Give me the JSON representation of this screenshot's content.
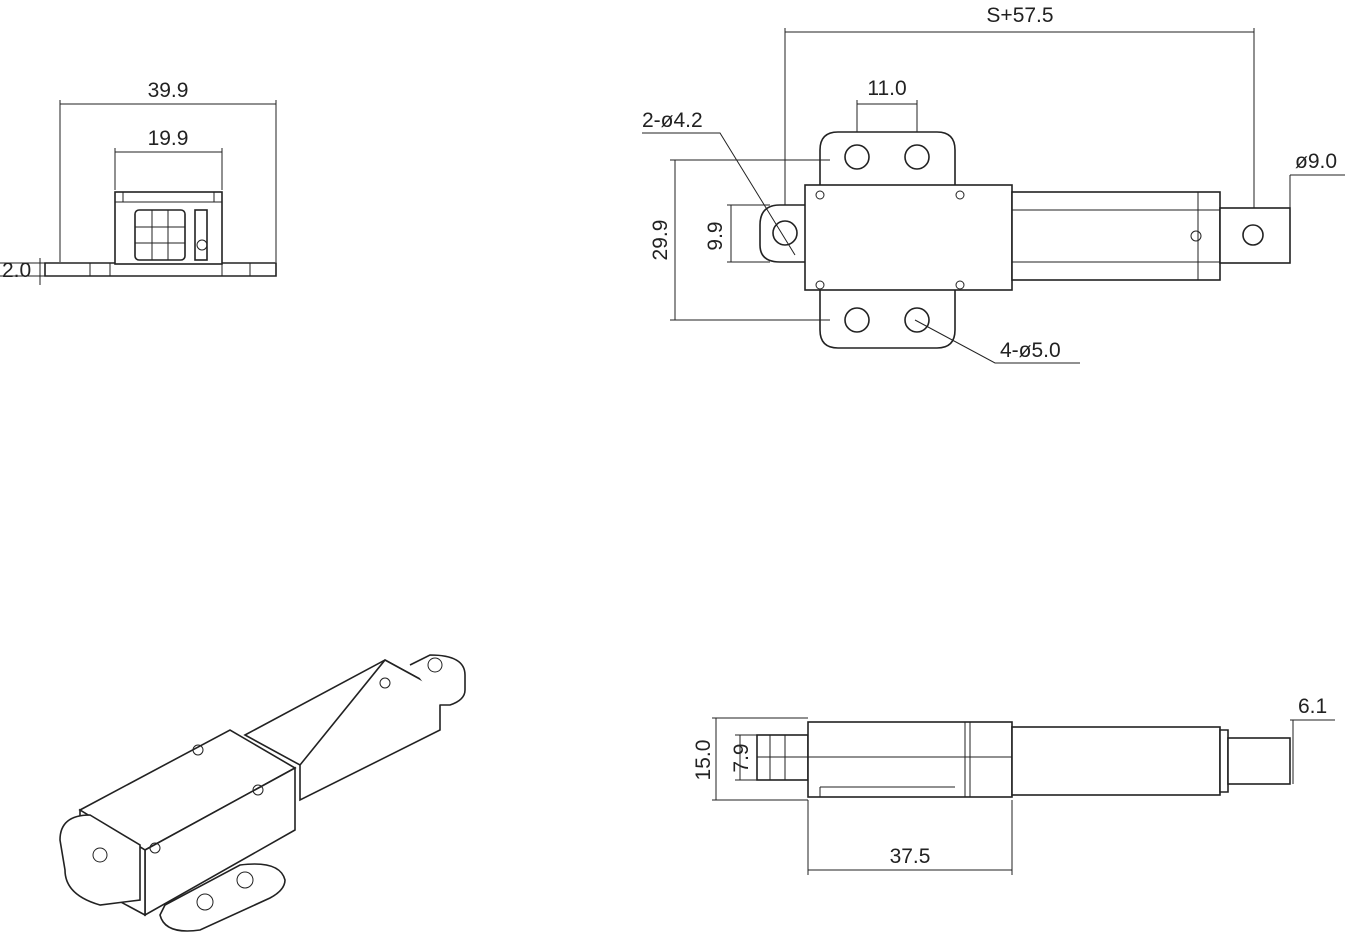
{
  "views": {
    "front": {
      "width_total": "39.9",
      "width_inner": "19.9",
      "plate_thickness": "2.0"
    },
    "top": {
      "overall_length": "S+57.5",
      "hole_spacing": "11.0",
      "end_holes": "2-ø4.2",
      "rod_end_diameter": "ø9.0",
      "flange_width": "29.9",
      "lug_width": "9.9",
      "mount_holes": "4-ø5.0"
    },
    "side": {
      "rod_end_height": "6.1",
      "body_height": "15.0",
      "lug_height": "7.9",
      "body_length": "37.5"
    }
  },
  "colors": {
    "line": "#222222",
    "background": "#ffffff"
  }
}
